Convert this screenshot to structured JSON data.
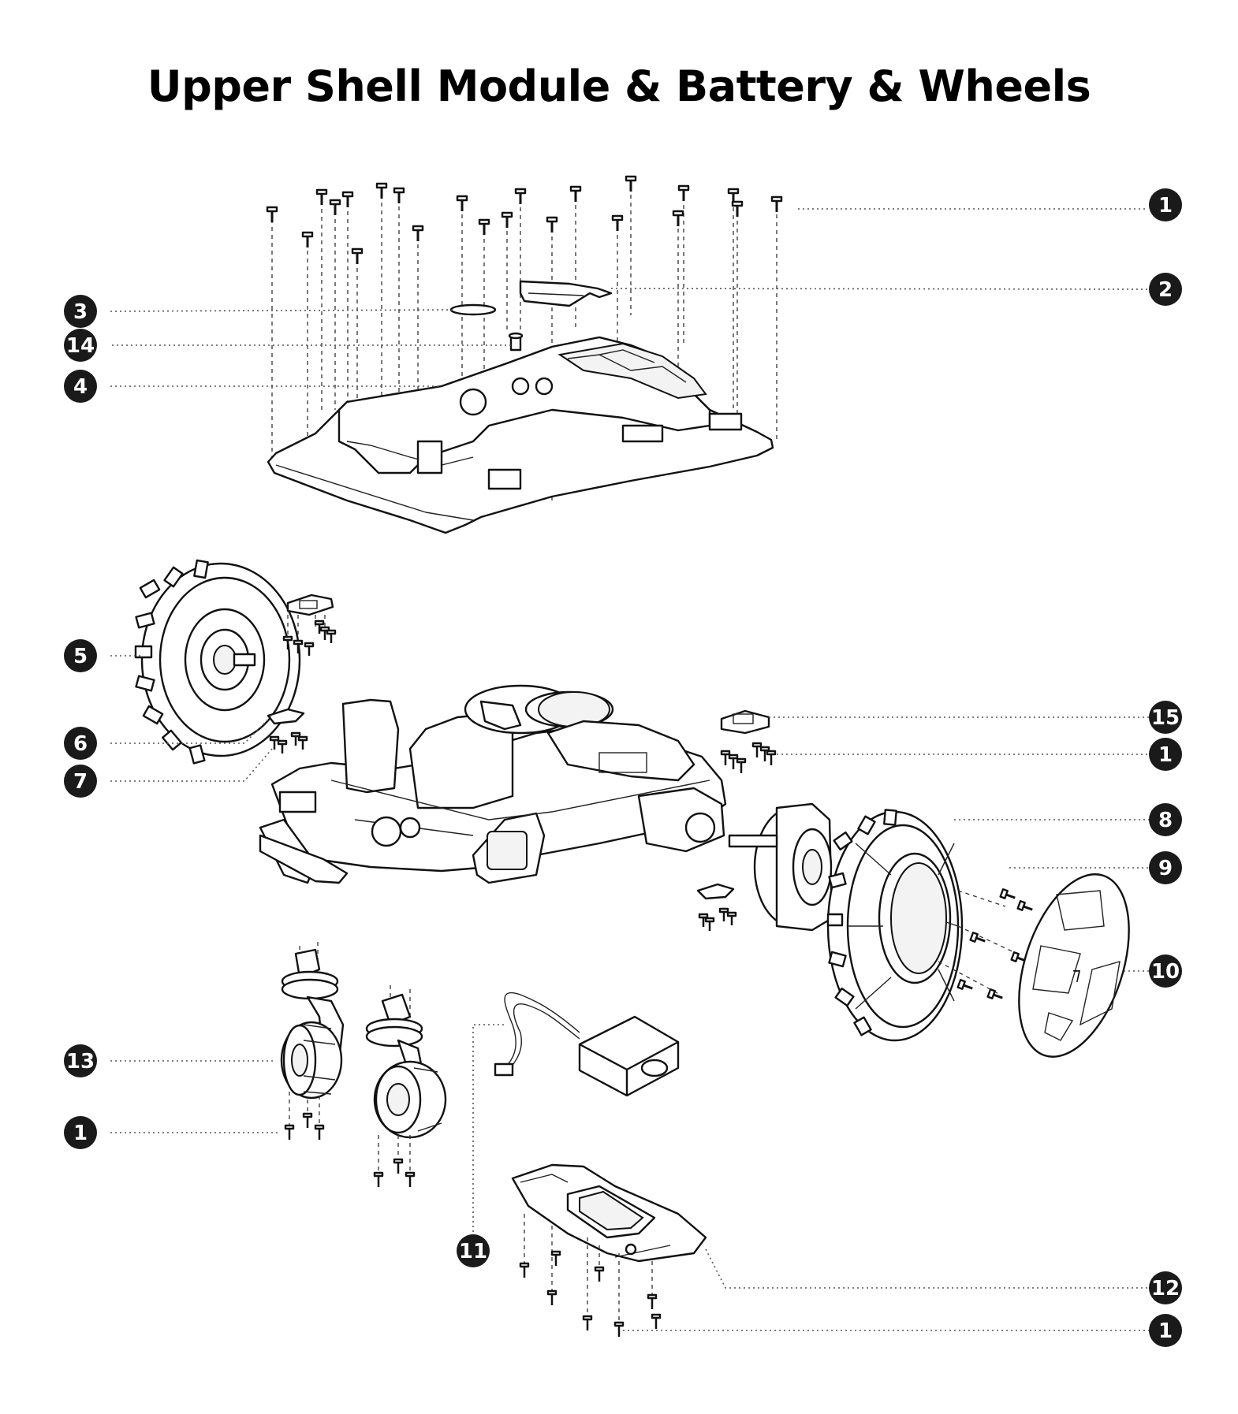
{
  "title": "Upper Shell Module & Battery & Wheels",
  "colors": {
    "callout_fill": "#1a1a1a",
    "callout_text": "#ffffff",
    "line": "#111111"
  },
  "callouts": [
    {
      "id": "c1a",
      "number": "1",
      "points_to": "screws"
    },
    {
      "id": "c2",
      "number": "2",
      "points_to": "top cover"
    },
    {
      "id": "c3",
      "number": "3",
      "points_to": "seal ring"
    },
    {
      "id": "c14",
      "number": "14",
      "points_to": "post"
    },
    {
      "id": "c4",
      "number": "4",
      "points_to": "upper shell"
    },
    {
      "id": "c5",
      "number": "5",
      "points_to": "left drive wheel"
    },
    {
      "id": "c6",
      "number": "6",
      "points_to": "small bracket"
    },
    {
      "id": "c7",
      "number": "7",
      "points_to": "screws"
    },
    {
      "id": "c15",
      "number": "15",
      "points_to": "motor bracket"
    },
    {
      "id": "c1b",
      "number": "1",
      "points_to": "screws"
    },
    {
      "id": "c8",
      "number": "8",
      "points_to": "right drive wheel"
    },
    {
      "id": "c9",
      "number": "9",
      "points_to": "wheel screws"
    },
    {
      "id": "c10",
      "number": "10",
      "points_to": "hub cap"
    },
    {
      "id": "c13",
      "number": "13",
      "points_to": "caster wheel"
    },
    {
      "id": "c1c",
      "number": "1",
      "points_to": "screws"
    },
    {
      "id": "c11",
      "number": "11",
      "points_to": "battery"
    },
    {
      "id": "c12",
      "number": "12",
      "points_to": "battery cover"
    },
    {
      "id": "c1d",
      "number": "1",
      "points_to": "screws"
    }
  ]
}
